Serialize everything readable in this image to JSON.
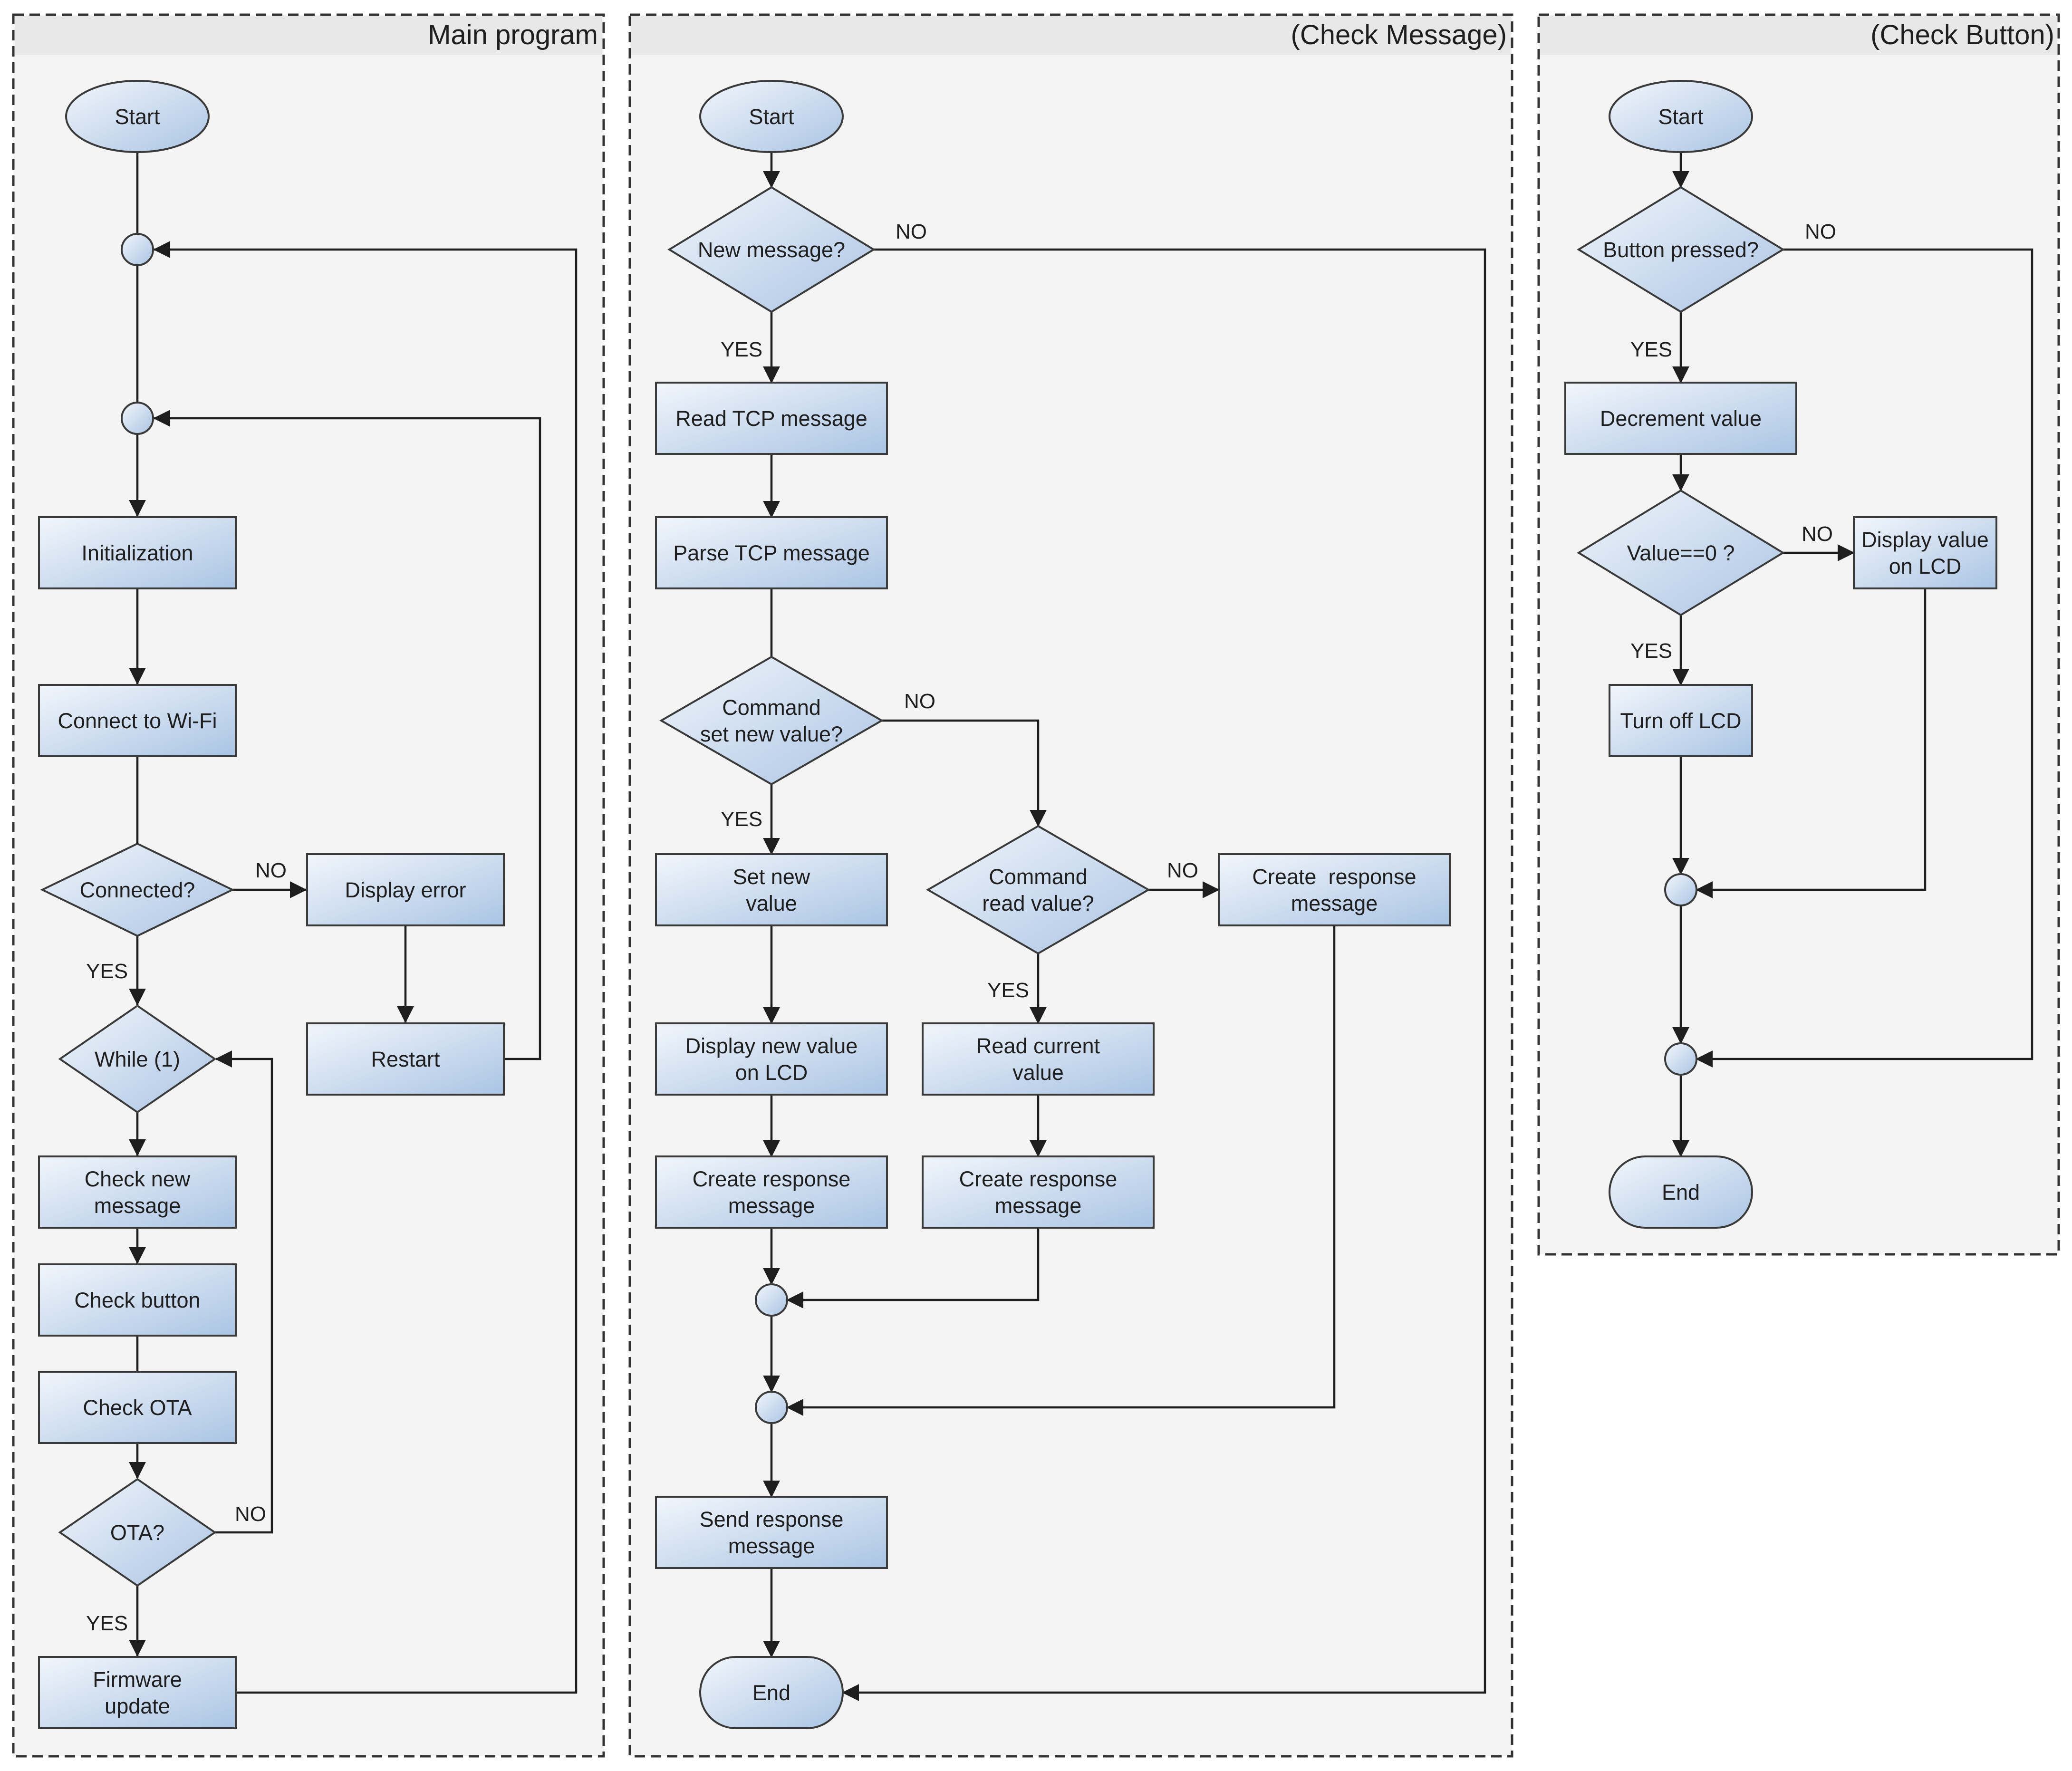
{
  "panels": [
    {
      "id": "main",
      "title": "Main program",
      "nodes": {
        "start": "Start",
        "init": "Initialization",
        "wifi": "Connect to Wi-Fi",
        "connected": "Connected?",
        "error": "Display error",
        "restart": "Restart",
        "while": "While (1)",
        "checkmsg": [
          "Check new",
          "message"
        ],
        "checkbtn": "Check button",
        "checkota": "Check OTA",
        "ota": "OTA?",
        "fw": [
          "Firmware",
          "update"
        ]
      },
      "labels": {
        "connected_no": "NO",
        "connected_yes": "YES",
        "ota_no": "NO",
        "ota_yes": "YES"
      }
    },
    {
      "id": "message",
      "title": "(Check Message)",
      "nodes": {
        "start": "Start",
        "newmsg": "New message?",
        "read": "Read TCP message",
        "parse": "Parse TCP message",
        "cmdset": [
          "Command",
          "set new value?"
        ],
        "setval": [
          "Set new",
          "value"
        ],
        "cmdread": [
          "Command",
          "read value?"
        ],
        "createresp3": [
          "Create  response",
          "message"
        ],
        "disp": [
          "Display new value",
          "on LCD"
        ],
        "readcur": [
          "Read current",
          "value"
        ],
        "createresp1": [
          "Create response",
          "message"
        ],
        "createresp2": [
          "Create response",
          "message"
        ],
        "send": [
          "Send response",
          "message"
        ],
        "end": "End"
      },
      "labels": {
        "newmsg_no": "NO",
        "newmsg_yes": "YES",
        "cmdset_no": "NO",
        "cmdset_yes": "YES",
        "cmdread_no": "NO",
        "cmdread_yes": "YES"
      }
    },
    {
      "id": "button",
      "title": "(Check Button)",
      "nodes": {
        "start": "Start",
        "pressed": "Button pressed?",
        "dec": "Decrement value",
        "zero": "Value==0 ?",
        "dispval": [
          "Display value",
          "on LCD"
        ],
        "lcdoff": "Turn off LCD",
        "end": "End"
      },
      "labels": {
        "pressed_no": "NO",
        "pressed_yes": "YES",
        "zero_no": "NO",
        "zero_yes": "YES"
      }
    }
  ],
  "colors": {
    "node_light": "#f2f6fb",
    "node_dark": "#aac4e4",
    "panel_fill": "#f4f4f4",
    "line": "#1e1e1e"
  }
}
